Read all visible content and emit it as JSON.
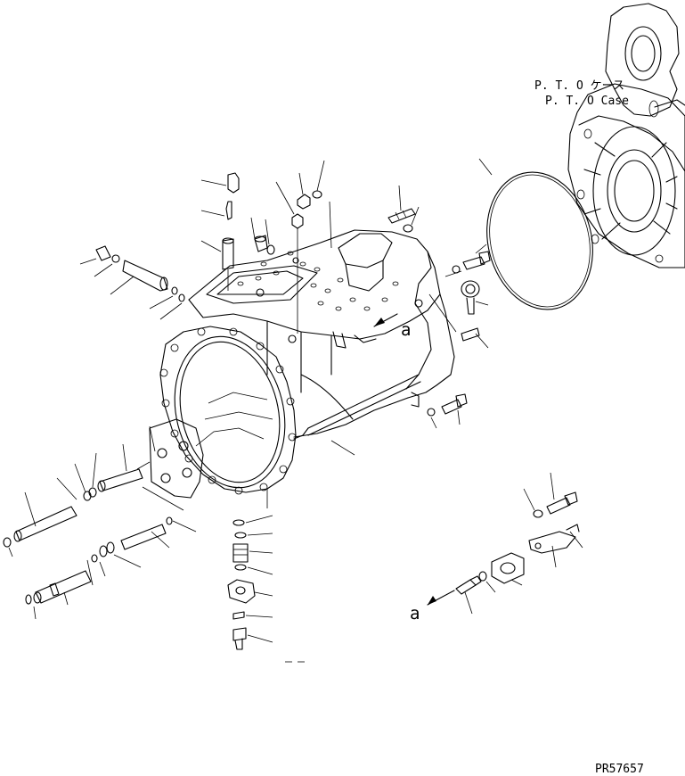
{
  "diagram": {
    "pto_case_label_jp": "P. T. O ケース",
    "pto_case_label_en": "P. T. O Case",
    "callout_a_1": "a",
    "callout_a_2": "a",
    "drawing_number": "PR57657"
  }
}
